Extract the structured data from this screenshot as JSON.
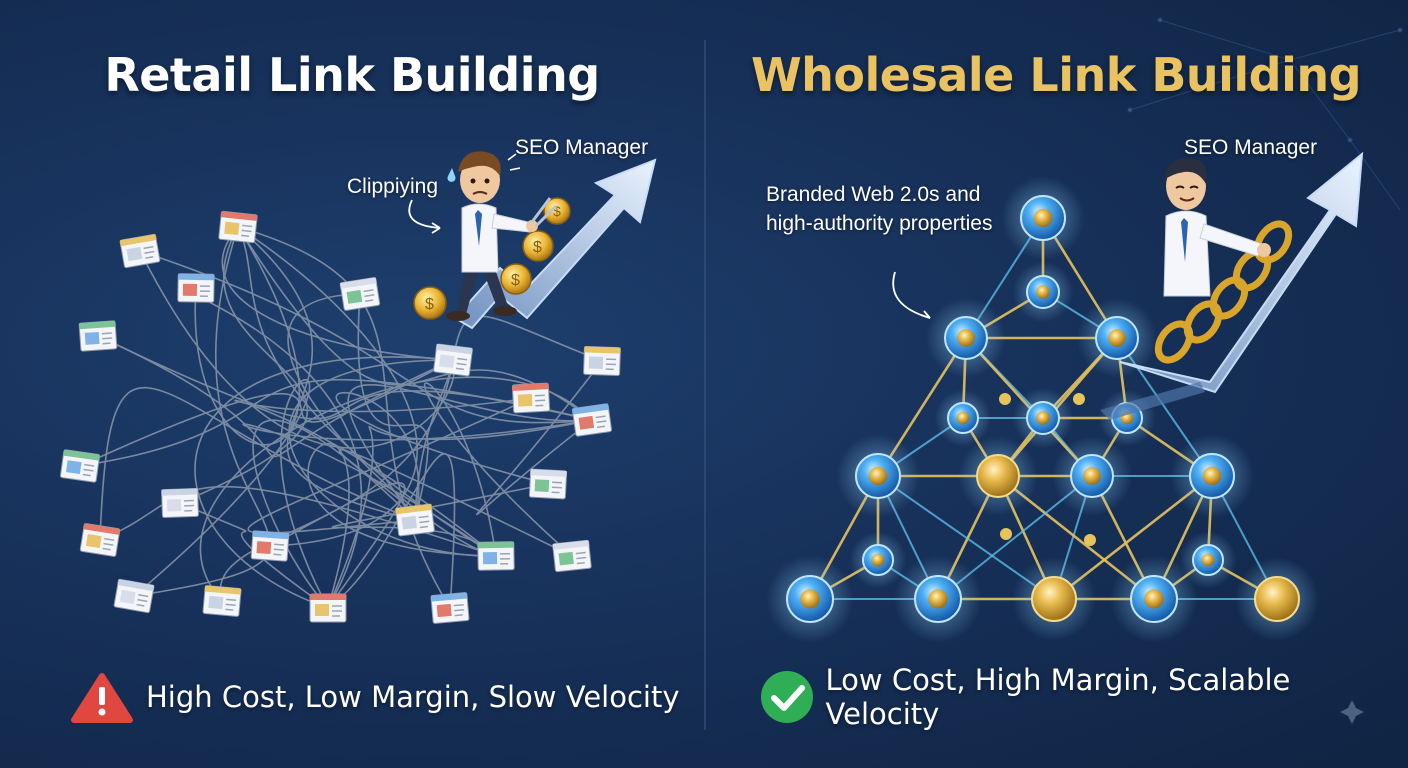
{
  "left_panel": {
    "title": "Retail Link Building",
    "annotation": "Clippiying",
    "role_label": "SEO Manager",
    "footer_text": "High Cost, Low Margin, Slow Velocity",
    "footer_icon": "warning-triangle-icon"
  },
  "right_panel": {
    "title": "Wholesale Link Building",
    "annotation": "Branded Web 2.0s and high-authority properties",
    "role_label": "SEO Manager",
    "footer_text": "Low Cost, High Margin, Scalable Velocity",
    "footer_icon": "checkmark-circle-icon"
  },
  "colors": {
    "background": "#17315a",
    "gold_title": "#e9c262",
    "warning_red": "#e0473f",
    "success_green": "#2fae55",
    "node_blue": "#2f8fe0",
    "node_gold": "#e0b44c",
    "tangle_grey": "#9aa5b4"
  }
}
